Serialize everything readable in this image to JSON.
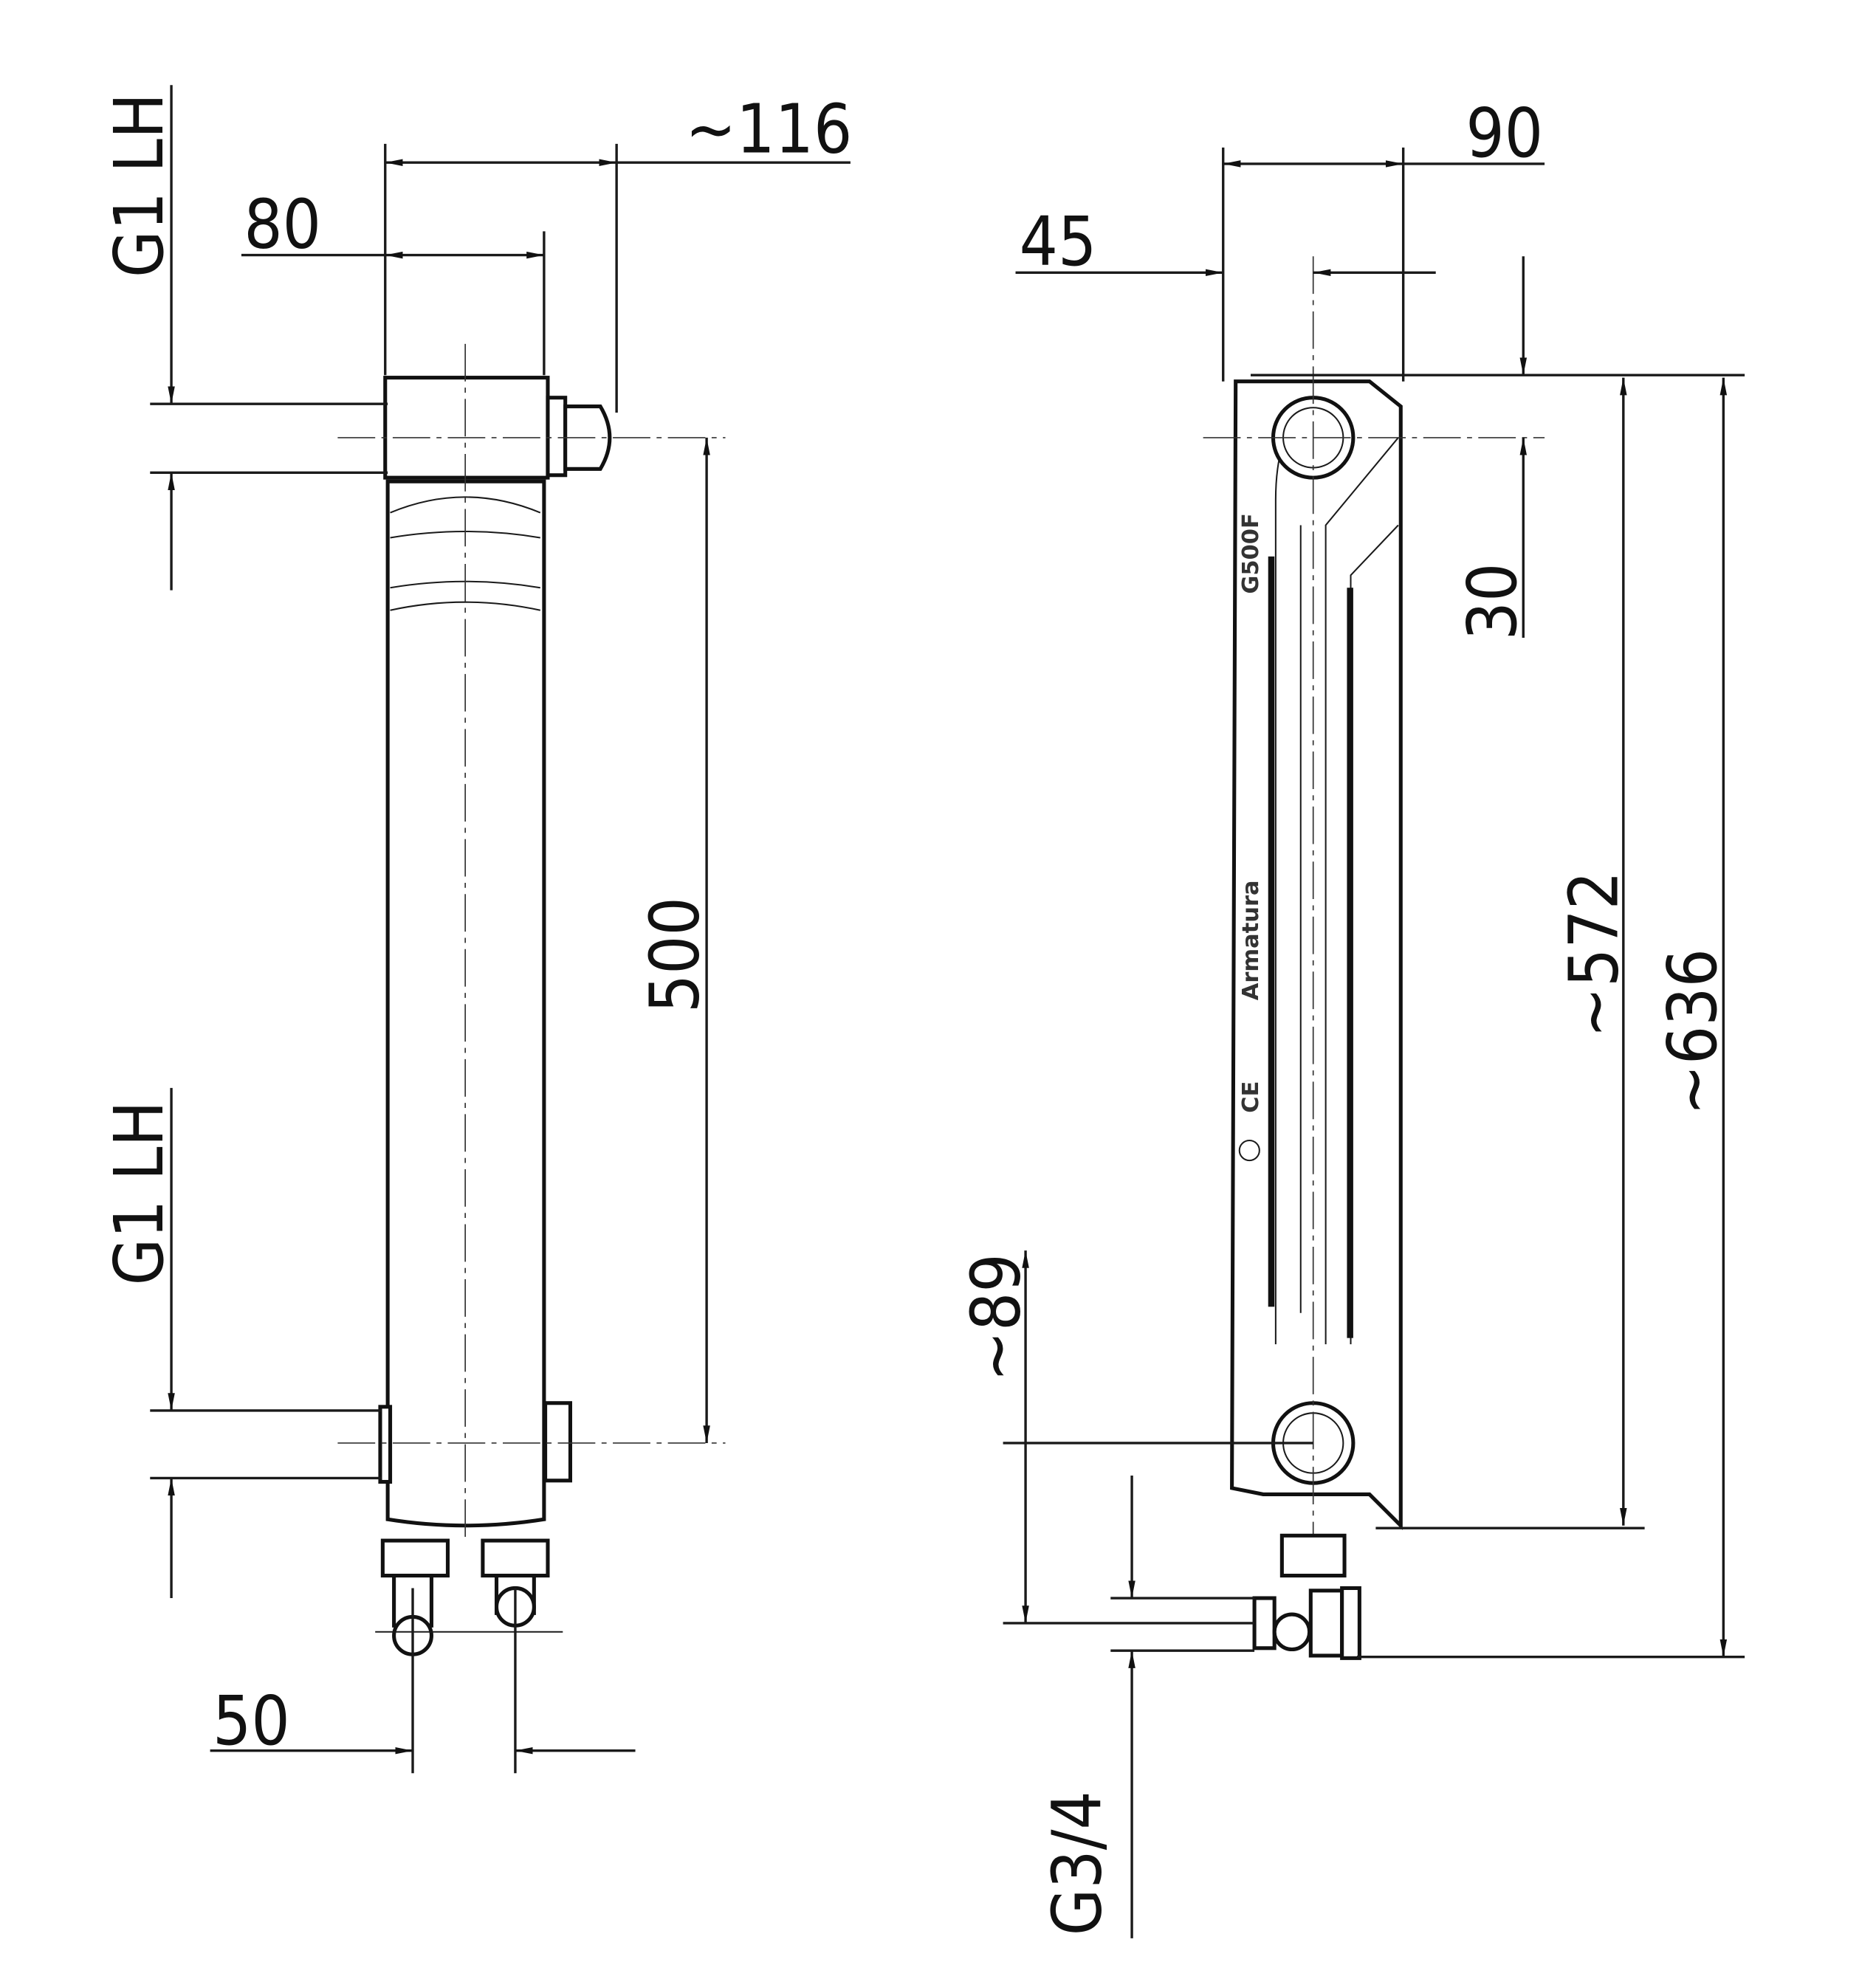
{
  "left_view": {
    "dim_depth_overall": "~116",
    "dim_depth": "80",
    "top_thread": "G1  LH",
    "bottom_thread": "G1  LH",
    "dim_centers": "500",
    "dim_valve_spacing": "50"
  },
  "right_view": {
    "dim_width": "90",
    "dim_half_width": "45",
    "dim_top_offset": "30",
    "dim_height_body": "~572",
    "dim_height_overall": "~636",
    "dim_bottom_offset": "~89",
    "valve_thread": "G3/4",
    "model_label": "G500F",
    "brand_logo": "Armatura",
    "ce_mark": "CE"
  }
}
